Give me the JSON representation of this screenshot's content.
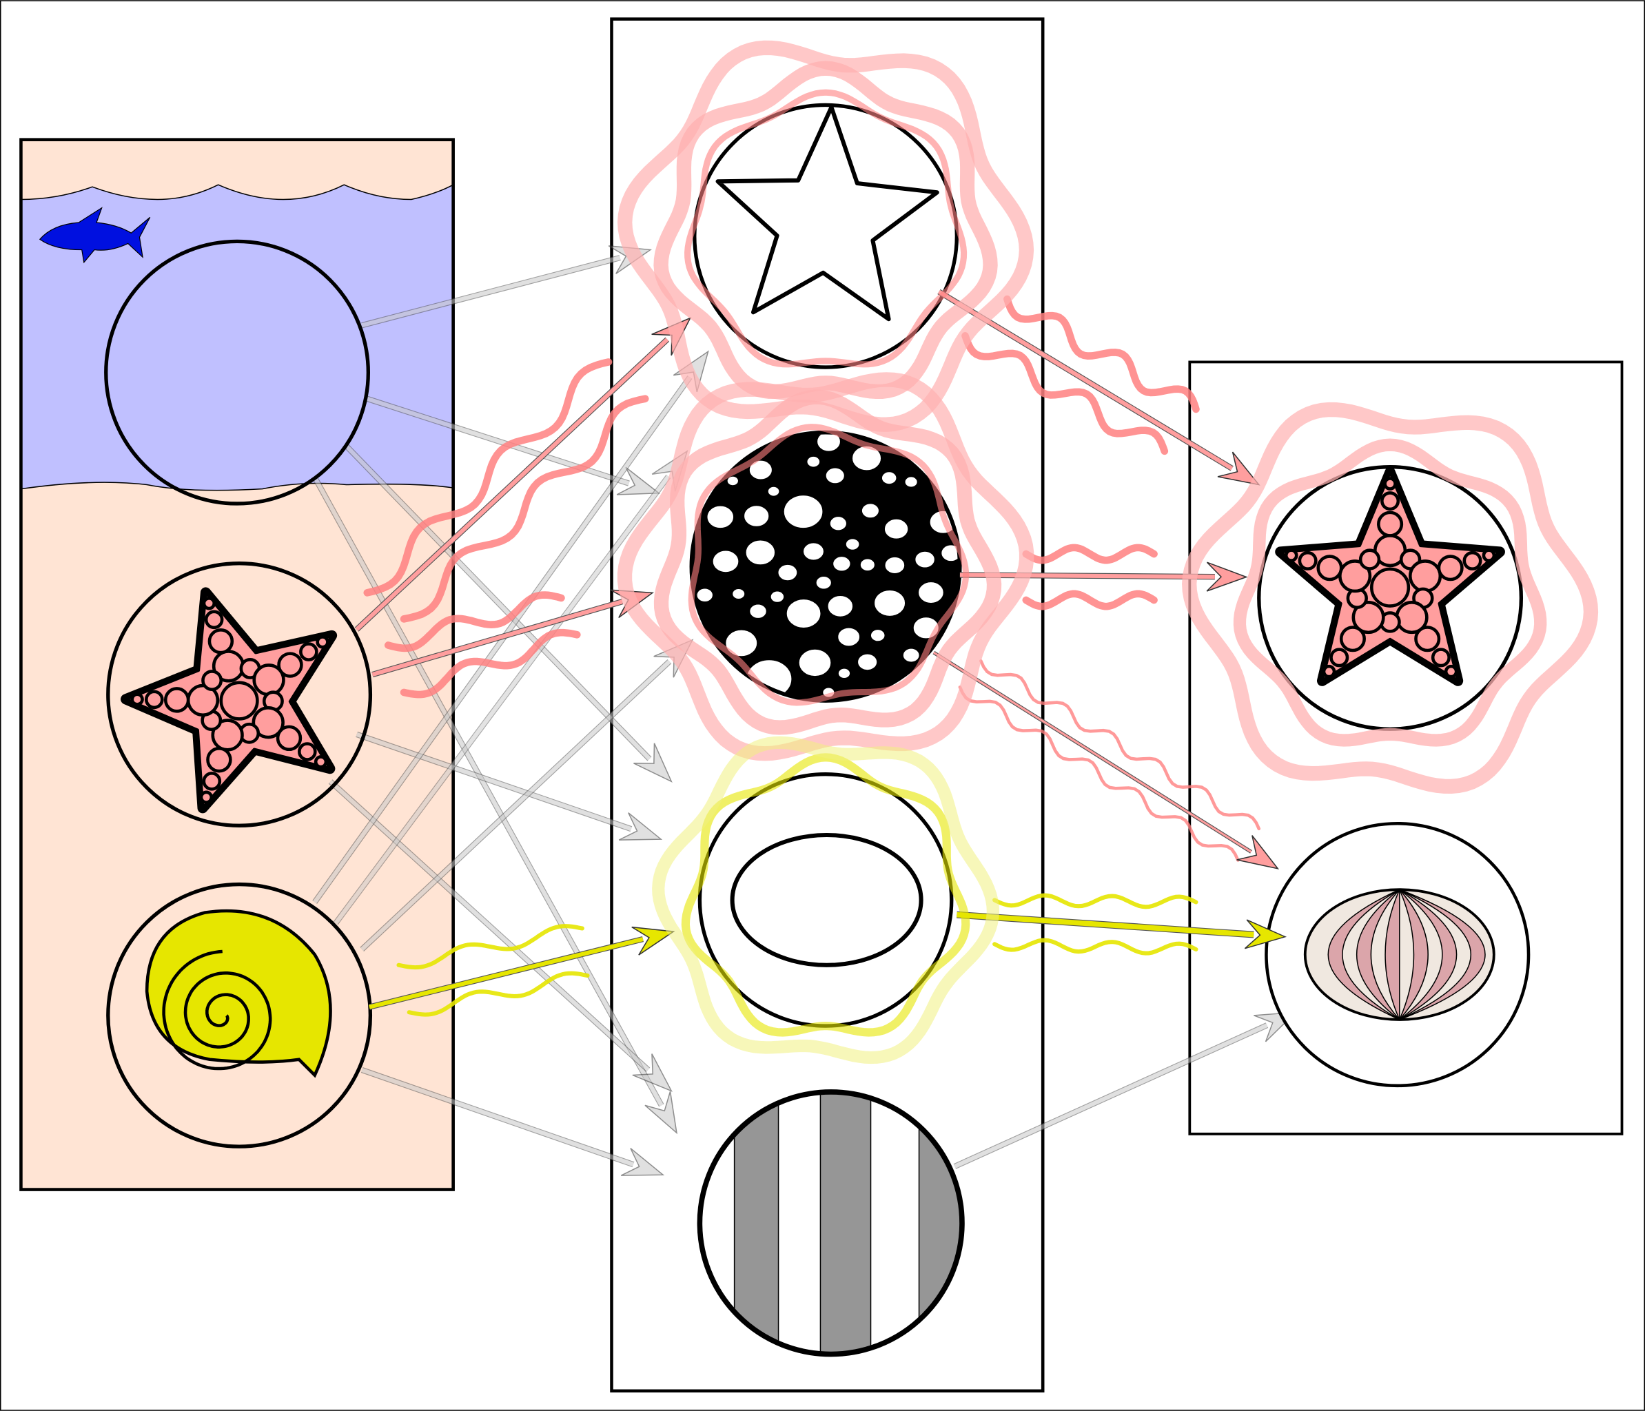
{
  "diagram": {
    "colors": {
      "water": "#c0c0ff",
      "sand": "#ffe4d4",
      "fish": "#0010e0",
      "pink": "#ff8080",
      "pink_glow": "#ffb0b0",
      "star_fill": "#ff9e9e",
      "yellow": "#e6e600",
      "yellow_glow": "#f0f080",
      "gray_arrow": "#c8c8c8",
      "stripe": "#969696",
      "urchin_dark": "#dba5aa",
      "urchin_light": "#f0e8e0"
    },
    "panels": [
      {
        "id": "environment",
        "nodes": [
          "plain-circle",
          "starfish",
          "spiral-shell"
        ]
      },
      {
        "id": "middle",
        "nodes": [
          "star-outline",
          "bubbles",
          "ellipse",
          "stripes"
        ]
      },
      {
        "id": "result",
        "nodes": [
          "starfish",
          "sea-urchin"
        ]
      }
    ],
    "icons": [
      "fish-icon",
      "starfish-icon",
      "spiral-shell-icon",
      "star-outline-icon",
      "bubbles-icon",
      "ellipse-icon",
      "stripes-icon",
      "sea-urchin-icon"
    ]
  }
}
